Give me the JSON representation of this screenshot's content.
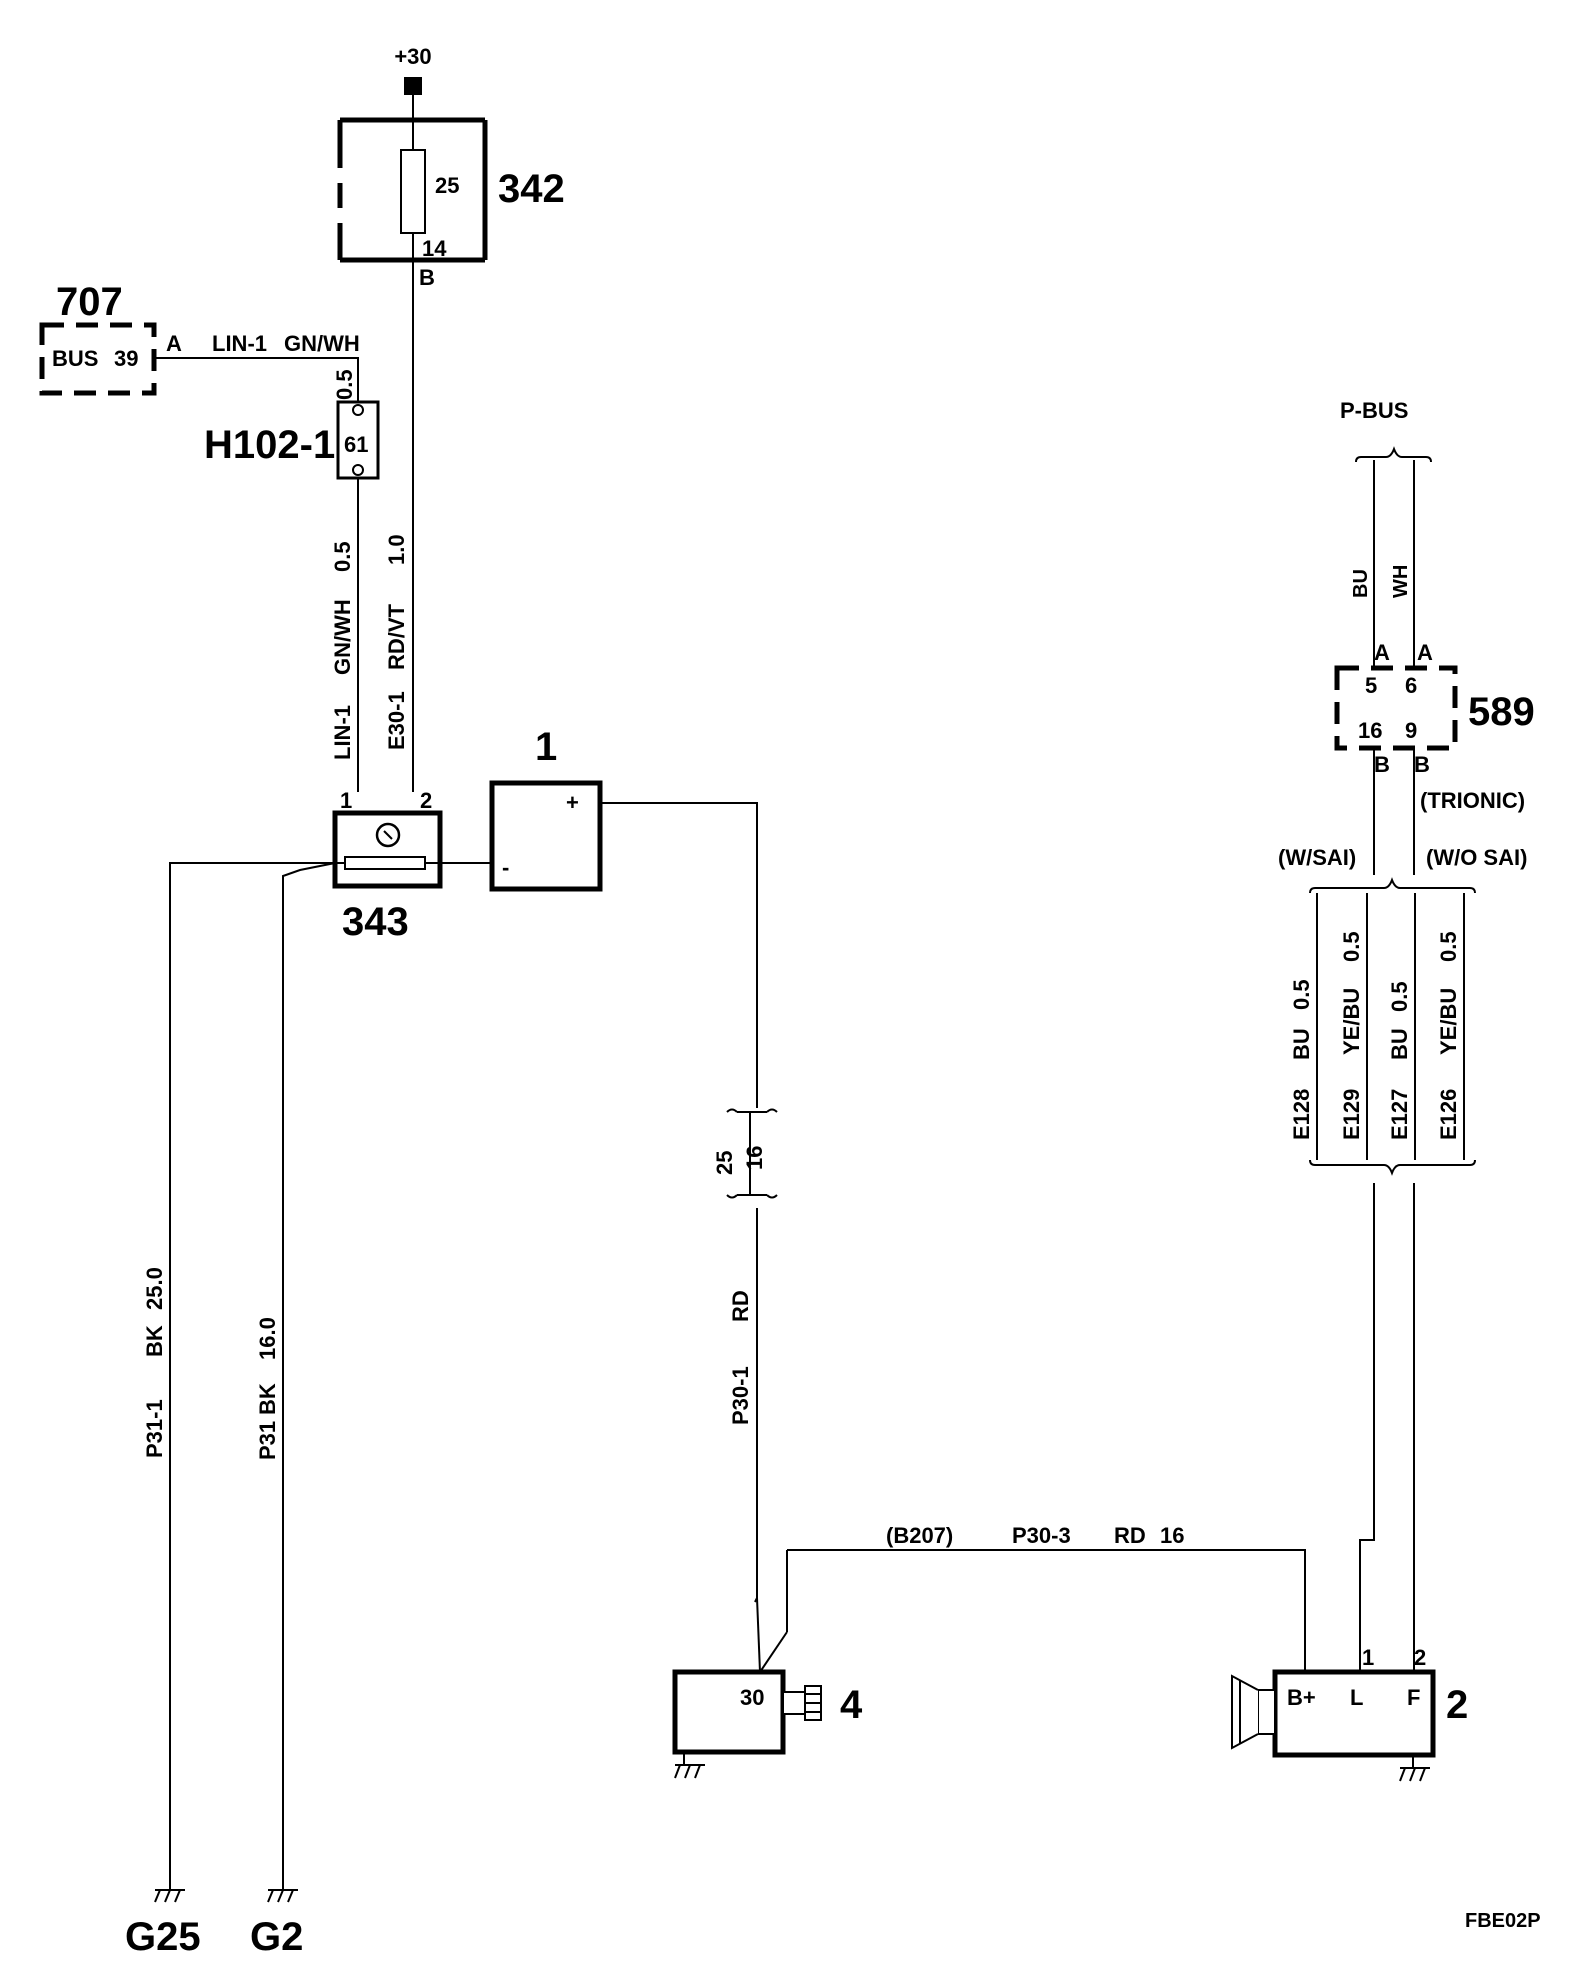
{
  "supply": {
    "label": "+30"
  },
  "components": {
    "fuse_box": {
      "id": "342",
      "fuse_value": "25",
      "pin": "14",
      "pin_connector": "B"
    },
    "bus_module": {
      "id": "707",
      "bus_label": "BUS",
      "pin": "39",
      "connector": "A"
    },
    "splice": {
      "id": "H102-1",
      "number": "61"
    },
    "battery_sensor": {
      "id": "343",
      "pin_1": "1",
      "pin_2": "2"
    },
    "battery": {
      "id": "1",
      "plus": "+",
      "minus": "-"
    },
    "control_module": {
      "id": "589",
      "pin_5": "5",
      "pin_6": "6",
      "pin_16": "16",
      "pin_9": "9",
      "conn_a1": "A",
      "conn_a2": "A",
      "conn_b1": "B",
      "conn_b2": "B"
    },
    "starter": {
      "id": "4",
      "terminal": "30"
    },
    "generator": {
      "id": "2",
      "term_b": "B+",
      "term_l": "L",
      "term_f": "F",
      "pin_1": "1",
      "pin_2": "2"
    }
  },
  "wires": {
    "lin_horizontal": {
      "connector": "A",
      "signal": "LIN-1",
      "color": "GN/WH"
    },
    "lin_size_top": "0.5",
    "lin_vertical": {
      "size": "0.5",
      "color": "GN/WH",
      "signal": "LIN-1"
    },
    "e30": {
      "size": "1.0",
      "color": "RD/VT",
      "signal": "E30-1"
    },
    "p31_1": {
      "signal": "P31-1",
      "color": "BK",
      "size": "25.0"
    },
    "p31": {
      "signal": "P31",
      "color": "BK",
      "size": "16.0"
    },
    "p30_1": {
      "signal": "P30-1",
      "color": "RD"
    },
    "size_variants": {
      "a": "25",
      "b": "16"
    },
    "p30_3": {
      "harness": "(B207)",
      "signal": "P30-3",
      "color": "RD",
      "size": "16"
    },
    "pbus": {
      "label": "P-BUS",
      "left_color": "BU",
      "right_color": "WH"
    },
    "variant_labels": {
      "trionic": "(TRIONIC)",
      "w_sai": "(W/SAI)",
      "wo_sai": "(W/O SAI)"
    },
    "e128": {
      "signal": "E128",
      "color": "BU",
      "size": "0.5"
    },
    "e129": {
      "signal": "E129",
      "color": "YE/BU",
      "size": "0.5"
    },
    "e127": {
      "signal": "E127",
      "color": "BU",
      "size": "0.5"
    },
    "e126": {
      "signal": "E126",
      "color": "YE/BU",
      "size": "0.5"
    }
  },
  "grounds": {
    "g25": "G25",
    "g2": "G2"
  },
  "footer": {
    "code": "FBE02P"
  }
}
